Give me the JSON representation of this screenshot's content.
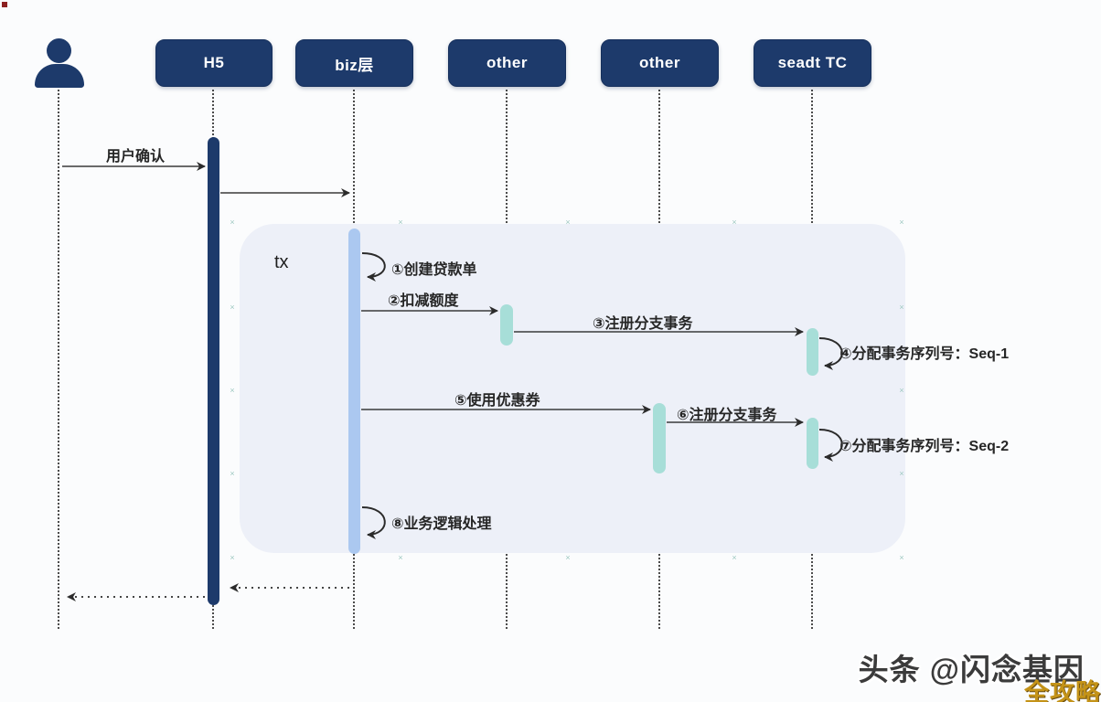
{
  "diagram": {
    "type": "sequence-diagram",
    "actor": {
      "icon": "person-icon",
      "label": ""
    },
    "participants": [
      {
        "label": "H5"
      },
      {
        "label": "biz层"
      },
      {
        "label": "other"
      },
      {
        "label": "other"
      },
      {
        "label": "seadt TC"
      }
    ],
    "fragment": {
      "label": "tx"
    },
    "messages": [
      {
        "label": "用户确认",
        "from": "actor",
        "to": "H5",
        "style": "solid"
      },
      {
        "label": "",
        "from": "H5",
        "to": "biz层",
        "style": "solid"
      },
      {
        "label": "①创建贷款单",
        "from": "biz层",
        "to": "biz层",
        "style": "self"
      },
      {
        "label": "②扣减额度",
        "from": "biz层",
        "to": "other",
        "style": "solid"
      },
      {
        "label": "③注册分支事务",
        "from": "other",
        "to": "seadt TC",
        "style": "solid"
      },
      {
        "label": "④分配事务序列号：Seq-1",
        "from": "seadt TC",
        "to": "seadt TC",
        "style": "self"
      },
      {
        "label": "⑤使用优惠券",
        "from": "biz层",
        "to": "other",
        "style": "solid"
      },
      {
        "label": "⑥注册分支事务",
        "from": "other",
        "to": "seadt TC",
        "style": "solid"
      },
      {
        "label": "⑦分配事务序列号：Seq-2",
        "from": "seadt TC",
        "to": "seadt TC",
        "style": "self"
      },
      {
        "label": "⑧业务逻辑处理",
        "from": "biz层",
        "to": "biz层",
        "style": "self"
      },
      {
        "label": "",
        "from": "biz层",
        "to": "H5",
        "style": "dashed-return"
      },
      {
        "label": "",
        "from": "H5",
        "to": "actor",
        "style": "dashed-return"
      }
    ],
    "colors": {
      "participant_fill": "#1d3a6b",
      "activation_sync": "#abc8f0",
      "activation_async": "#a7ded8",
      "fragment_fill": "#edf0f8",
      "arrow": "#333333"
    }
  },
  "watermark": {
    "byline": "头条 @闪念基因",
    "badge": "全攻略",
    "badge_color": "#c49318"
  }
}
